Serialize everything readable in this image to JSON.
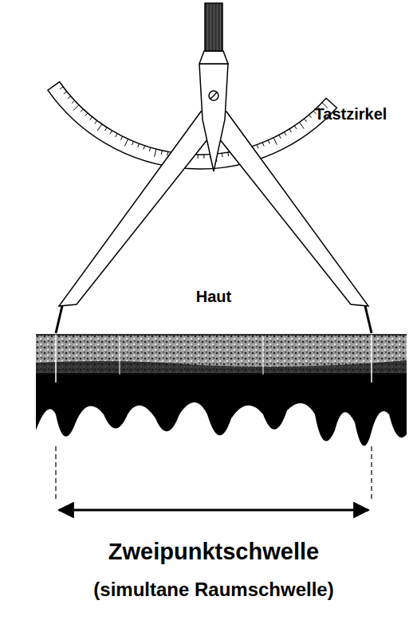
{
  "diagram": {
    "labels": [
      "Tastzirkel",
      "Haut",
      "Zweipunktschwelle",
      "(simultane Raumschwelle)"
    ]
  }
}
